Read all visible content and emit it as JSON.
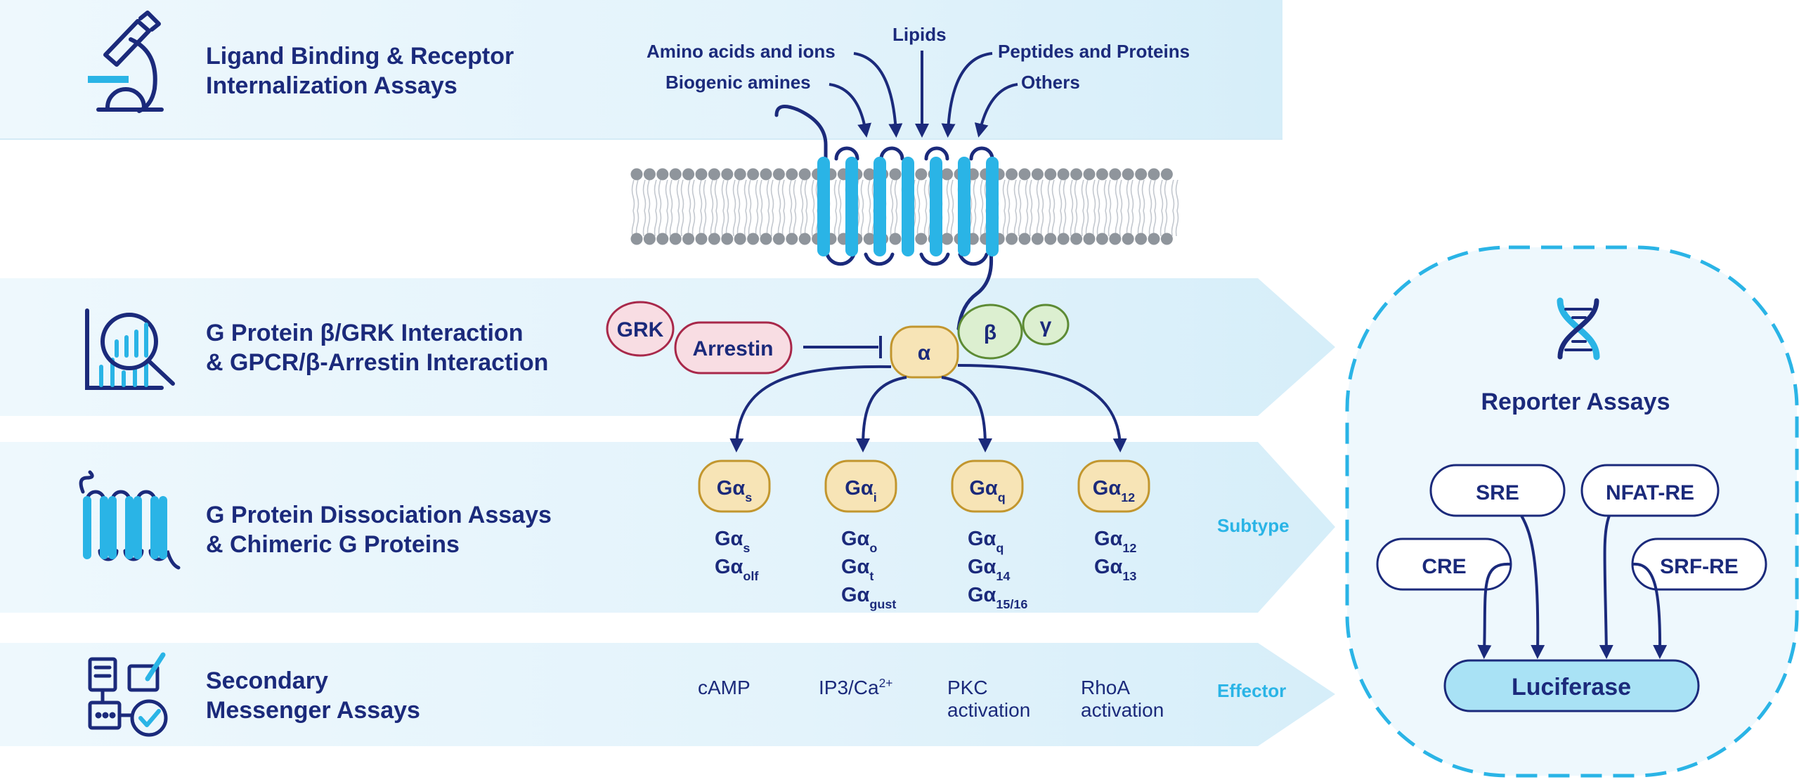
{
  "colors": {
    "navy": "#1b2a7b",
    "cyan": "#2ab4e6",
    "band": "#e6f4fb",
    "protein": "#f7e4b6",
    "pink": "#f8dde3",
    "green": "#dcefd0"
  },
  "rows": [
    {
      "id": "ligand",
      "icon": "microscope-icon",
      "line1": "Ligand Binding & Receptor",
      "line2": "Internalization Assays"
    },
    {
      "id": "gprotein",
      "icon": "magnifier-chart-icon",
      "line1": "G Protein β/GRK Interaction",
      "line2": "& GPCR/β-Arrestin Interaction"
    },
    {
      "id": "dissociation",
      "icon": "receptor-icon",
      "line1": "G Protein Dissociation Assays",
      "line2": "& Chimeric G Proteins"
    },
    {
      "id": "secondary",
      "icon": "flowchart-icon",
      "line1": "Secondary",
      "line2": "Messenger Assays"
    }
  ],
  "ligands": {
    "amino": "Amino acids and ions",
    "lipids": "Lipids",
    "peptides": "Peptides and Proteins",
    "amines": "Biogenic amines",
    "others": "Others"
  },
  "proteins": {
    "grk": "GRK",
    "arrestin": "Arrestin",
    "alpha": "α",
    "beta": "β",
    "gamma": "γ"
  },
  "subunit_symbol": "Gα",
  "subtypes": [
    {
      "sub": "s",
      "members": [
        {
          "sub": "s"
        },
        {
          "sub": "olf"
        }
      ]
    },
    {
      "sub": "i",
      "members": [
        {
          "sub": "o"
        },
        {
          "sub": "t"
        },
        {
          "sub": "gust"
        }
      ]
    },
    {
      "sub": "q",
      "members": [
        {
          "sub": "q"
        },
        {
          "sub": "14"
        },
        {
          "sub": "15/16"
        }
      ]
    },
    {
      "sub": "12",
      "members": [
        {
          "sub": "12"
        },
        {
          "sub": "13"
        }
      ]
    }
  ],
  "subtype_label": "Subtype",
  "effectors": [
    {
      "line1": "cAMP"
    },
    {
      "line1": "IP3/Ca",
      "sup": "2+"
    },
    {
      "line1": "PKC",
      "line2": "activation"
    },
    {
      "line1": "RhoA",
      "line2": "activation"
    }
  ],
  "effector_label": "Effector",
  "reporter": {
    "title": "Reporter Assays",
    "elements": [
      "SRE",
      "NFAT-RE",
      "CRE",
      "SRF-RE"
    ],
    "output": "Luciferase"
  }
}
